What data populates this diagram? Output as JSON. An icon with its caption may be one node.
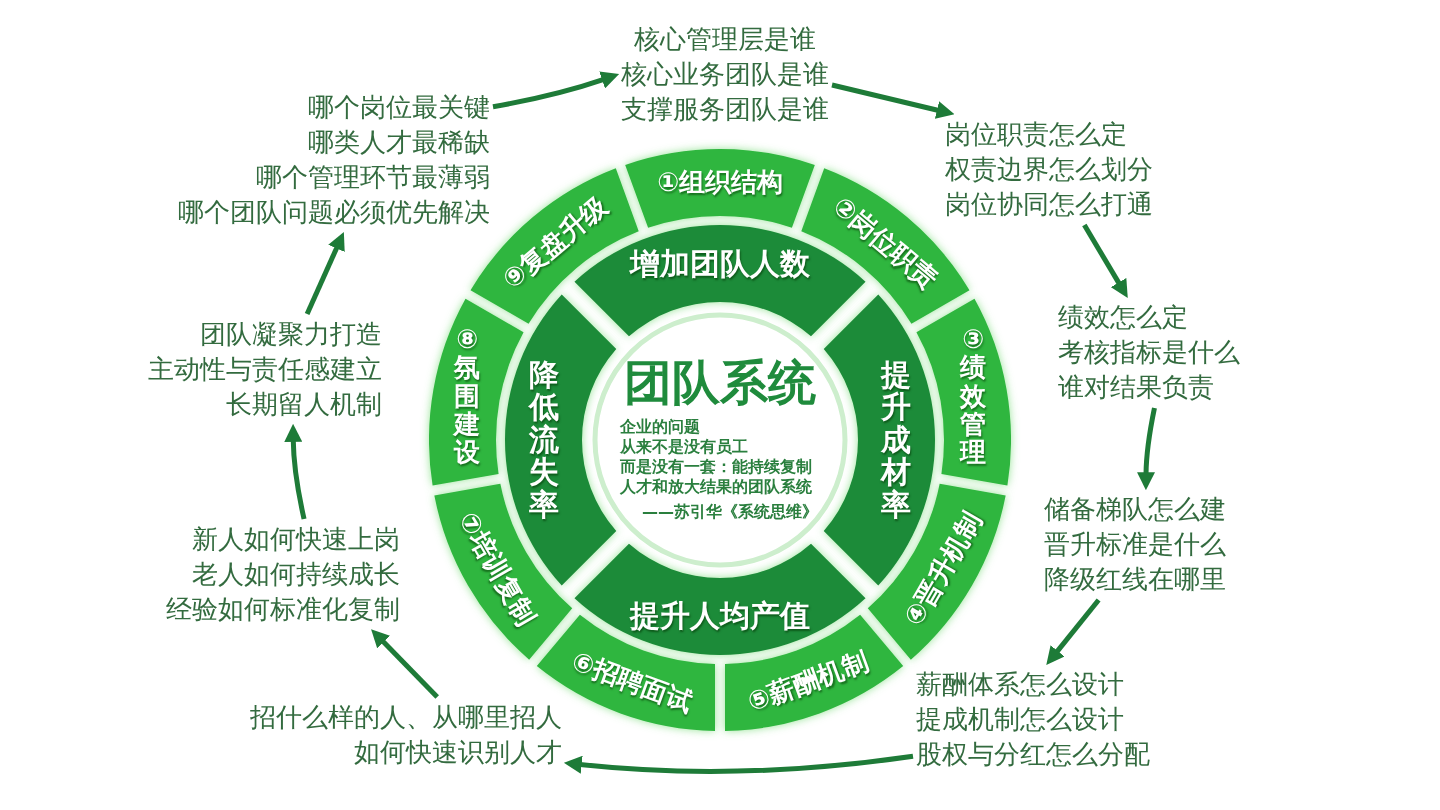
{
  "diagram": {
    "nodes": [
      {
        "text": [
          "团队系统",
          "企业的问题",
          "从来不是没有员工",
          "而是没有一套：能持续复制人才和放大结果的团队系统",
          "——苏引华《系统思维》"
        ]
      },
      {
        "text": [
          "增加团队人数"
        ]
      },
      {
        "text": [
          "提升成材率"
        ]
      },
      {
        "text": [
          "提升人均产值"
        ]
      },
      {
        "text": [
          "降低流失率"
        ]
      },
      {
        "text": [
          "①组织结构"
        ]
      },
      {
        "text": [
          "②岗位职责"
        ]
      },
      {
        "text": [
          "③绩效管理"
        ]
      },
      {
        "text": [
          "④晋升机制"
        ]
      },
      {
        "text": [
          "⑤薪酬机制"
        ]
      },
      {
        "text": [
          "⑥招聘面试"
        ]
      },
      {
        "text": [
          "⑦培训复制"
        ]
      },
      {
        "text": [
          "⑧氛围建设"
        ]
      },
      {
        "text": [
          "⑨复盘升级"
        ]
      },
      {
        "text": [
          "核心管理层是谁",
          "核心业务团队是谁",
          "支撑服务团队是谁"
        ]
      },
      {
        "text": [
          "岗位职责怎么定",
          "权责边界怎么划分",
          "岗位协同怎么打通"
        ]
      },
      {
        "text": [
          "绩效怎么定",
          "考核指标是什么",
          "谁对结果负责"
        ]
      },
      {
        "text": [
          "储备梯队怎么建",
          "晋升标准是什么",
          "降级红线在哪里"
        ]
      },
      {
        "text": [
          "薪酬体系怎么设计",
          "提成机制怎么设计",
          "股权与分红怎么分配"
        ]
      },
      {
        "text": [
          "招什么样的人、从哪里招人",
          "如何快速识别人才"
        ]
      },
      {
        "text": [
          "新人如何快速上岗",
          "老人如何持续成长",
          "经验如何标准化复制"
        ]
      },
      {
        "text": [
          "团队凝聚力打造",
          "主动性与责任感建立",
          "长期留人机制"
        ]
      },
      {
        "text": [
          "哪个岗位最关键",
          "哪类人才最稀缺",
          "哪个管理环节最薄弱",
          "哪个团队问题必须优先解决"
        ]
      }
    ],
    "edges": [
      {
        "from": 14,
        "to": 15,
        "arrow": "to"
      },
      {
        "from": 15,
        "to": 16,
        "arrow": "to"
      },
      {
        "from": 16,
        "to": 17,
        "arrow": "to"
      },
      {
        "from": 17,
        "to": 18,
        "arrow": "to"
      },
      {
        "from": 18,
        "to": 19,
        "arrow": "to"
      },
      {
        "from": 19,
        "to": 20,
        "arrow": "to"
      },
      {
        "from": 20,
        "to": 21,
        "arrow": "to"
      },
      {
        "from": 21,
        "to": 22,
        "arrow": "to"
      },
      {
        "from": 22,
        "to": 14,
        "arrow": "to"
      }
    ]
  }
}
